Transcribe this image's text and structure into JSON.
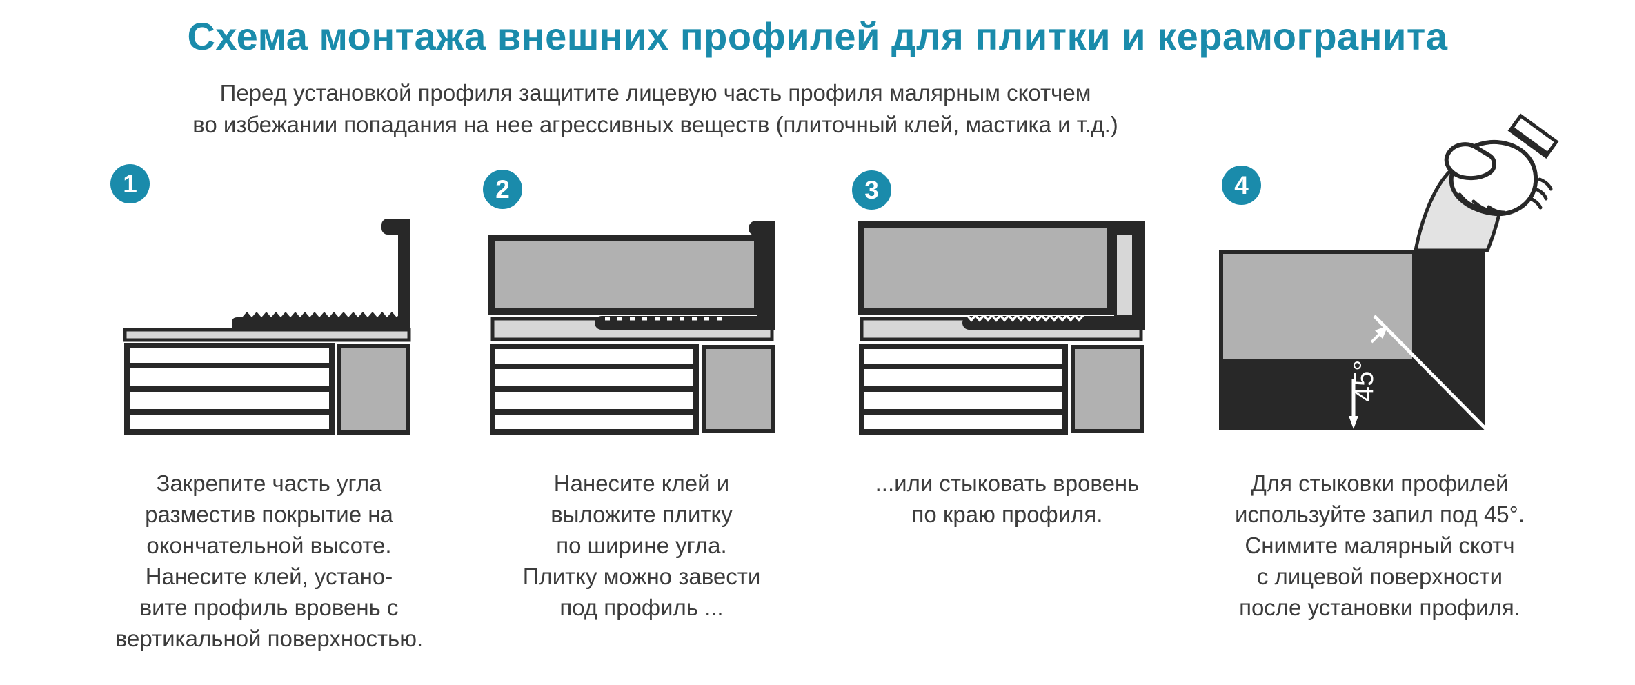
{
  "page": {
    "title": "Схема монтажа внешних профилей для плитки и керамогранита",
    "subtitle": "Перед установкой профиля защитите лицевую часть профиля малярным скотчем\nво избежании попадания на нее агрессивных веществ (плиточный клей, мастика и т.д.)"
  },
  "colors": {
    "accent": "#1a8bab",
    "ink": "#282828",
    "text": "#3c3c3c",
    "tile_gray": "#b1b1b1",
    "light_gray": "#d7d7d7",
    "tape_gray": "#e3e3e3"
  },
  "steps": [
    {
      "number": "1",
      "caption": "Закрепите часть угла\nразместив покрытие на\nокончательной высоте.\nНанесите клей, устано-\nвите профиль вровень с\nвертикальной поверхностью."
    },
    {
      "number": "2",
      "caption": "Нанесите клей и\nвыложите плитку\nпо ширине угла.\nПлитку можно завести\nпод профиль ..."
    },
    {
      "number": "3",
      "caption": "...или стыковать вровень\nпо краю профиля."
    },
    {
      "number": "4",
      "caption": "Для стыковки профилей\nиспользуйте запил под 45°.\nСнимите малярный скотч\nс лицевой поверхности\nпосле установки профиля."
    }
  ],
  "figure4": {
    "angle_label": "45°"
  }
}
